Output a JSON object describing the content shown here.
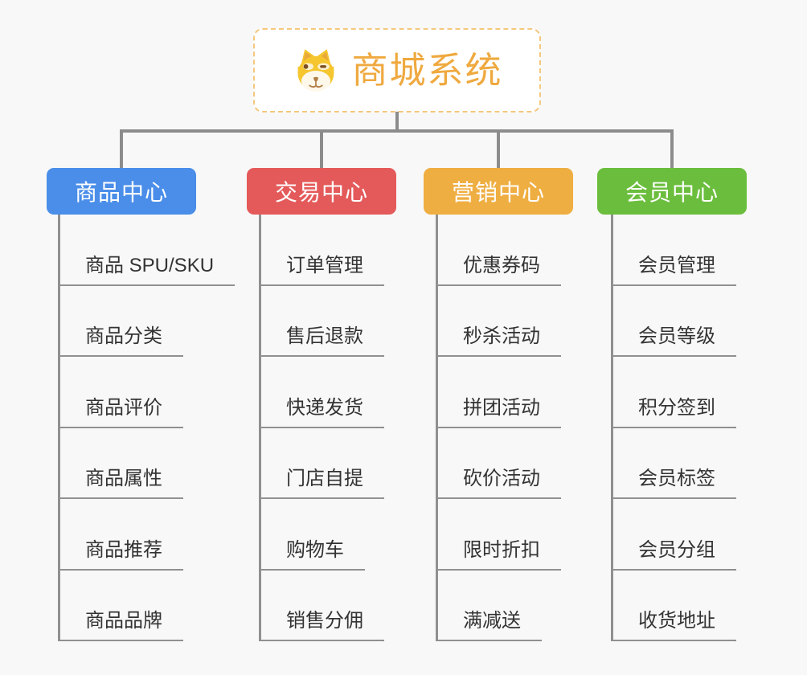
{
  "root": {
    "title": "商城系统",
    "icon": "shiba-dog-icon"
  },
  "branches": [
    {
      "label": "商品中心",
      "color": "#4a8ee9",
      "children": [
        "商品 SPU/SKU",
        "商品分类",
        "商品评价",
        "商品属性",
        "商品推荐",
        "商品品牌"
      ]
    },
    {
      "label": "交易中心",
      "color": "#e45a5a",
      "children": [
        "订单管理",
        "售后退款",
        "快递发货",
        "门店自提",
        "购物车",
        "销售分佣"
      ]
    },
    {
      "label": "营销中心",
      "color": "#efae42",
      "children": [
        "优惠券码",
        "秒杀活动",
        "拼团活动",
        "砍价活动",
        "限时折扣",
        "满减送"
      ]
    },
    {
      "label": "会员中心",
      "color": "#6bbe3d",
      "children": [
        "会员管理",
        "会员等级",
        "积分签到",
        "会员标签",
        "会员分组",
        "收货地址"
      ]
    }
  ],
  "colors": {
    "bg": "#f8f8f8",
    "line": "#8c8c8c",
    "child_line": "#909090",
    "child_text": "#333333",
    "root_accent": "#efa93f",
    "root_border": "#f4c77d"
  }
}
